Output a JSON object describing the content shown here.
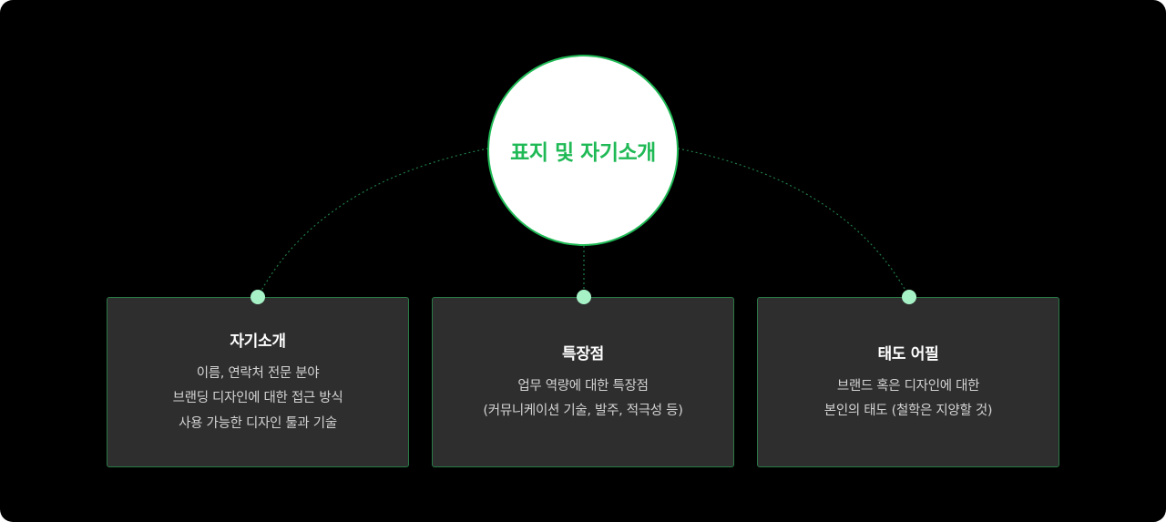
{
  "hub": {
    "title": "표지 및 자기소개"
  },
  "cards": [
    {
      "title": "자기소개",
      "lines": [
        "이름, 연락처 전문 분야",
        "브랜딩 디자인에 대한 접근 방식",
        "사용 가능한 디자인 툴과 기술"
      ]
    },
    {
      "title": "특장점",
      "lines": [
        "업무 역량에 대한 특장점",
        "(커뮤니케이션 기술, 발주, 적극성 등)"
      ]
    },
    {
      "title": "태도 어필",
      "lines": [
        "브랜드 혹은 디자인에 대한",
        "본인의 태도 (철학은 지양할 것)"
      ]
    }
  ],
  "colors": {
    "background": "#000000",
    "accent": "#1fb955",
    "card": "#2e2e2e",
    "dot": "#a6f2c6"
  }
}
